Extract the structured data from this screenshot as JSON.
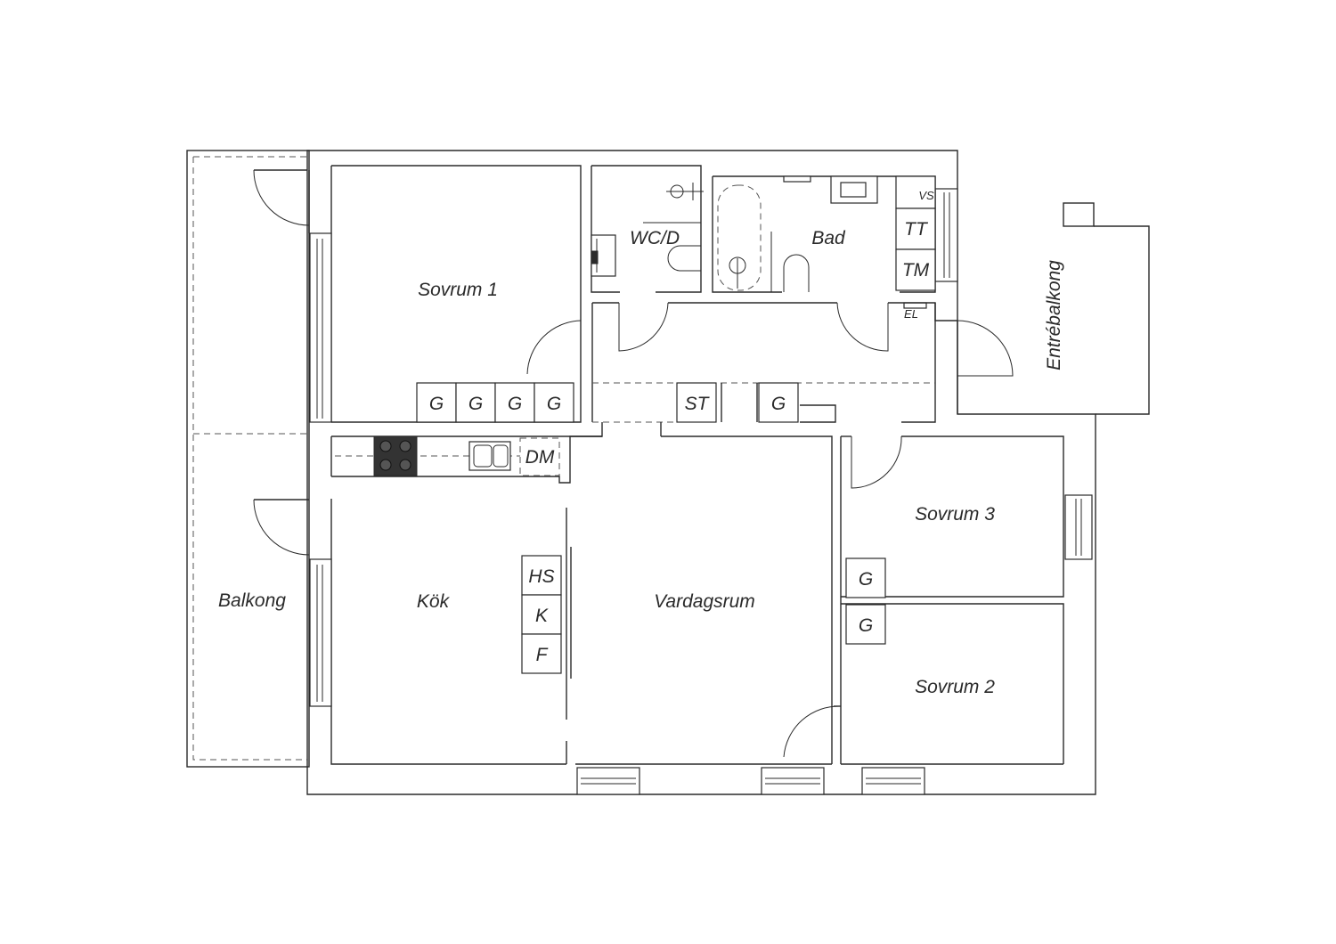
{
  "rooms": {
    "sovrum1": "Sovrum 1",
    "wcd": "WC/D",
    "bad": "Bad",
    "entrebalkong": "Entrébalkong",
    "sovrum3": "Sovrum 3",
    "sovrum2": "Sovrum 2",
    "vardagsrum": "Vardagsrum",
    "kok": "Kök",
    "balkong": "Balkong"
  },
  "appliances": {
    "g": "G",
    "st": "ST",
    "dm": "DM",
    "hs": "HS",
    "k": "K",
    "f": "F",
    "vs": "VS",
    "tt": "TT",
    "tm": "TM",
    "el": "EL"
  },
  "colors": {
    "line": "#2a2a2a",
    "stove": "#333333",
    "background": "#ffffff"
  }
}
